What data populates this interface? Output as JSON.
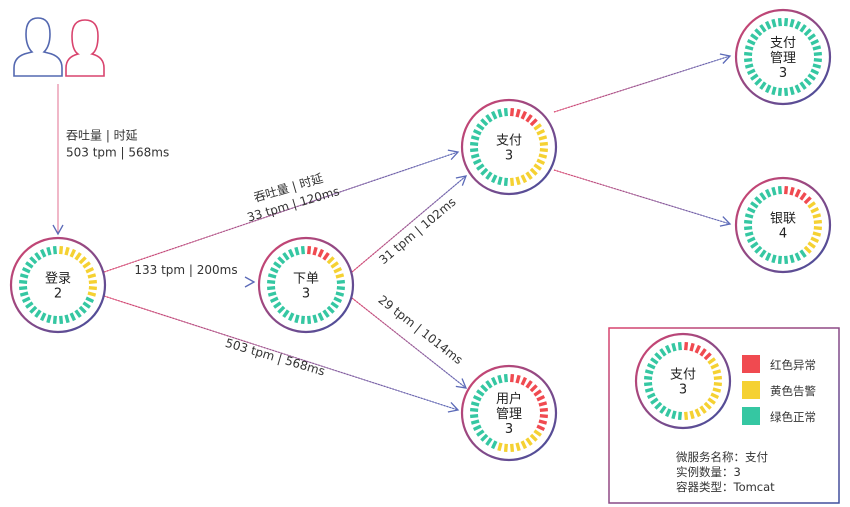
{
  "colors": {
    "red": "#f04a50",
    "yellow": "#f5d132",
    "green": "#35c7a2",
    "ring_pink": "#d9446e",
    "ring_blue": "#3d4f9e",
    "edge_pink": "#d9446e",
    "edge_blue": "#5b6ab8",
    "user_blue": "#5468b0",
    "user_pink": "#d9446e"
  },
  "users": {
    "icon": "users-icon"
  },
  "nodes": [
    {
      "id": "login",
      "lines": [
        "登录",
        "2"
      ],
      "segments": {
        "red": 0,
        "yellow": 11,
        "green": 25
      }
    },
    {
      "id": "order",
      "lines": [
        "下单",
        "3"
      ],
      "segments": {
        "red": 4,
        "yellow": 4,
        "green": 28
      }
    },
    {
      "id": "pay",
      "lines": [
        "支付",
        "3"
      ],
      "segments": {
        "red": 5,
        "yellow": 13,
        "green": 18
      }
    },
    {
      "id": "user_mgmt",
      "lines": [
        "用户",
        "管理",
        "3"
      ],
      "segments": {
        "red": 12,
        "yellow": 8,
        "green": 16
      }
    },
    {
      "id": "pay_mgmt",
      "lines": [
        "支付",
        "管理",
        "3"
      ],
      "segments": {
        "red": 0,
        "yellow": 0,
        "green": 36
      }
    },
    {
      "id": "unionpay",
      "lines": [
        "银联",
        "4"
      ],
      "segments": {
        "red": 5,
        "yellow": 9,
        "green": 22
      }
    }
  ],
  "edges": [
    {
      "id": "users-login",
      "label_lines": [
        "吞吐量 | 时延",
        "503 tpm | 568ms"
      ]
    },
    {
      "id": "login-order",
      "label_lines": [
        "133 tpm | 200ms"
      ]
    },
    {
      "id": "login-pay",
      "label_lines": [
        "吞吐量 | 时延",
        "33 tpm | 120ms"
      ]
    },
    {
      "id": "login-user_mgmt",
      "label_lines": [
        "503 tpm | 568ms"
      ]
    },
    {
      "id": "order-pay",
      "label_lines": [
        "31 tpm | 102ms"
      ]
    },
    {
      "id": "order-user_mgmt",
      "label_lines": [
        "29 tpm | 1014ms"
      ]
    },
    {
      "id": "pay-pay_mgmt",
      "label_lines": []
    },
    {
      "id": "pay-unionpay",
      "label_lines": []
    }
  ],
  "legend": {
    "sample_lines": [
      "支付",
      "3"
    ],
    "sample_segments": {
      "red": 5,
      "yellow": 13,
      "green": 18
    },
    "items": [
      {
        "color": "red",
        "label": "红色异常"
      },
      {
        "color": "yellow",
        "label": "黄色告警"
      },
      {
        "color": "green",
        "label": "绿色正常"
      }
    ],
    "info": [
      "微服务名称：支付",
      "实例数量：3",
      "容器类型：Tomcat"
    ]
  }
}
